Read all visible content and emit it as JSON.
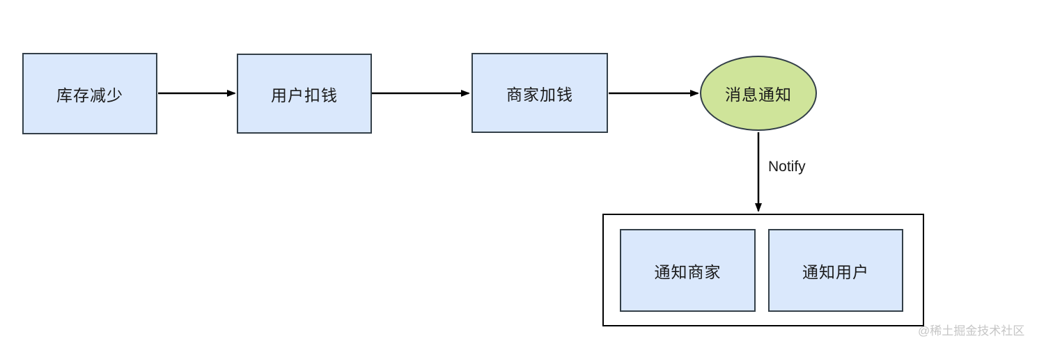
{
  "diagram": {
    "type": "flowchart",
    "nodes": {
      "inventory_decrease": {
        "label": "库存减少",
        "shape": "rect"
      },
      "user_deduct": {
        "label": "用户扣钱",
        "shape": "rect"
      },
      "merchant_add": {
        "label": "商家加钱",
        "shape": "rect"
      },
      "message_notify": {
        "label": "消息通知",
        "shape": "ellipse"
      },
      "notify_merchant": {
        "label": "通知商家",
        "shape": "rect"
      },
      "notify_user": {
        "label": "通知用户",
        "shape": "rect"
      }
    },
    "edges": [
      {
        "from": "inventory_decrease",
        "to": "user_deduct",
        "label": ""
      },
      {
        "from": "user_deduct",
        "to": "merchant_add",
        "label": ""
      },
      {
        "from": "merchant_add",
        "to": "message_notify",
        "label": ""
      },
      {
        "from": "message_notify",
        "to": "notify_group",
        "label": "Notify"
      }
    ],
    "notify_edge_label": "Notify",
    "colors": {
      "canvas_bg": "#ffffff",
      "node_fill_blue": "#dae8fc",
      "node_fill_green": "#cfe49a",
      "node_border": "#333f48",
      "container_border": "#000000",
      "arrow_color": "#000000",
      "text": "#1a1a1a",
      "watermark_color": "#c6c6c6"
    }
  },
  "watermark": {
    "text": "@稀土掘金技术社区"
  }
}
